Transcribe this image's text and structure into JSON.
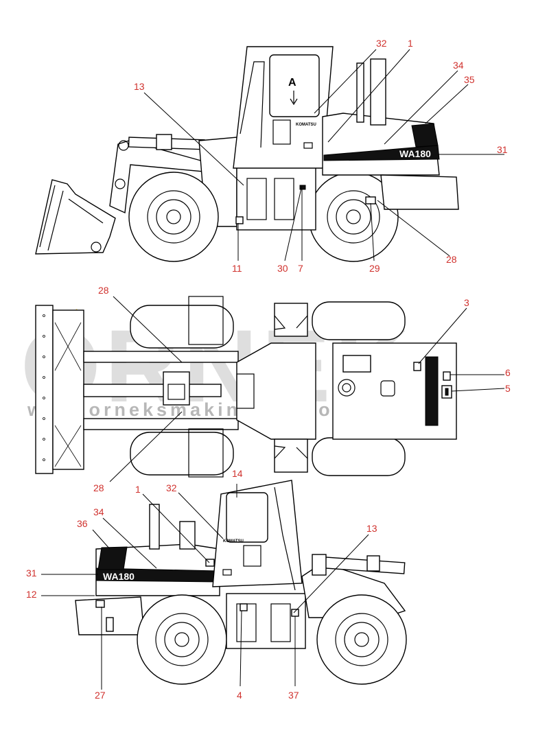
{
  "watermark": {
    "brand": "ÖRNEK",
    "url": "www.orneksmakinalari.com.tr",
    "accent": "#f1c232"
  },
  "machine": {
    "model": "WA180",
    "brand": "KOMATSU",
    "view_marker": "A"
  },
  "colors": {
    "callout": "#d0312d",
    "line": "#000000"
  },
  "views": {
    "left_side": {
      "callouts": [
        "32",
        "1",
        "34",
        "35",
        "13",
        "31",
        "11",
        "30",
        "7",
        "29",
        "28"
      ]
    },
    "top": {
      "callouts": [
        "28",
        "3",
        "6",
        "5",
        "28"
      ]
    },
    "right_side": {
      "callouts": [
        "14",
        "1",
        "32",
        "34",
        "36",
        "13",
        "31",
        "12",
        "27",
        "4",
        "37"
      ]
    }
  }
}
